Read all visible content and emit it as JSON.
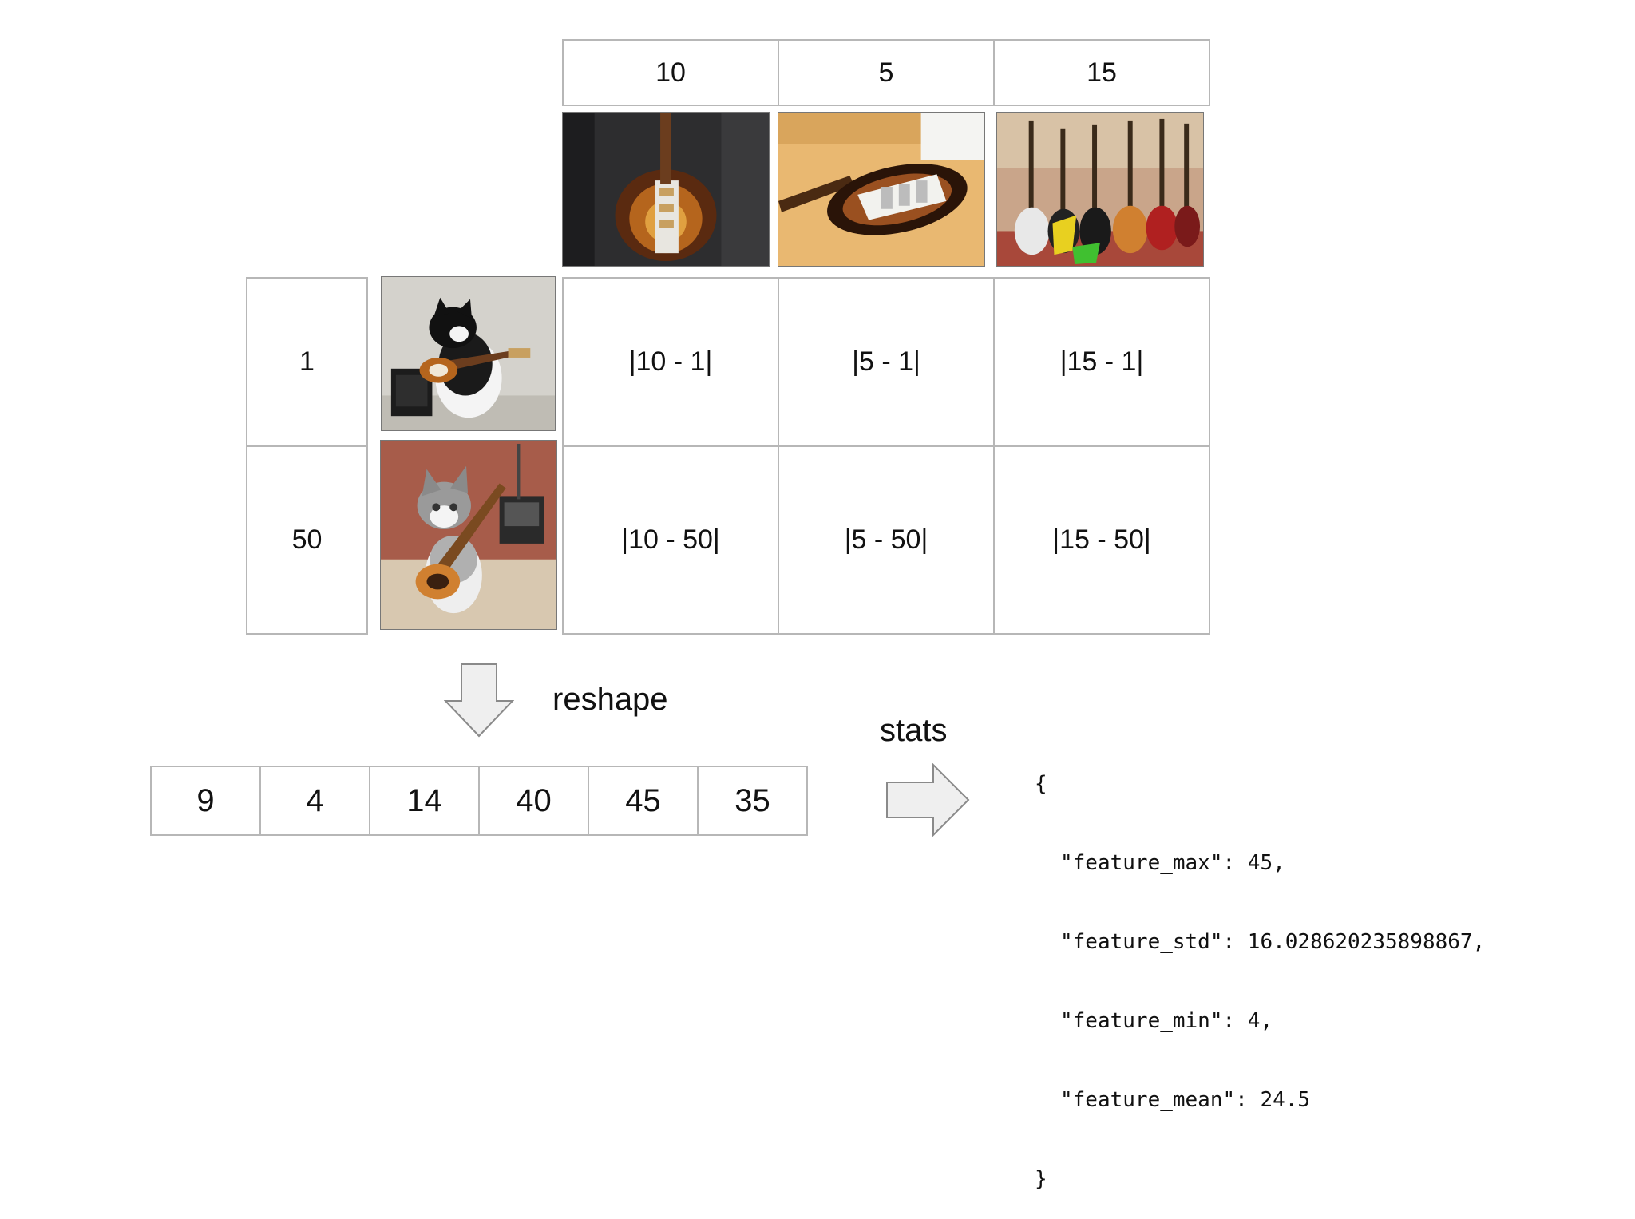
{
  "columns": [
    {
      "value": "10",
      "image": "guitar-photo-1"
    },
    {
      "value": "5",
      "image": "guitar-photo-2"
    },
    {
      "value": "15",
      "image": "guitar-photo-3"
    }
  ],
  "rows": [
    {
      "value": "1",
      "image": "cat-guitar-photo-1",
      "cells": [
        "|10 - 1|",
        "|5 - 1|",
        "|15 - 1|"
      ]
    },
    {
      "value": "50",
      "image": "kitten-guitar-photo-2",
      "cells": [
        "|10 - 50|",
        "|5 - 50|",
        "|15 - 50|"
      ]
    }
  ],
  "reshape_label": "reshape",
  "stats_label": "stats",
  "flattened": [
    "9",
    "4",
    "14",
    "40",
    "45",
    "35"
  ],
  "stats_json": {
    "open": "{",
    "lines": [
      "\"feature_max\": 45,",
      "\"feature_std\": 16.028620235898867,",
      "\"feature_min\": 4,",
      "\"feature_mean\": 24.5"
    ],
    "close": "}"
  },
  "icons": {
    "reshape_arrow": "arrow-down-icon",
    "stats_arrow": "arrow-right-icon"
  },
  "colors": {
    "border": "#b7b7b7",
    "arrow_fill": "#efefef",
    "arrow_stroke": "#8a8a8a"
  }
}
